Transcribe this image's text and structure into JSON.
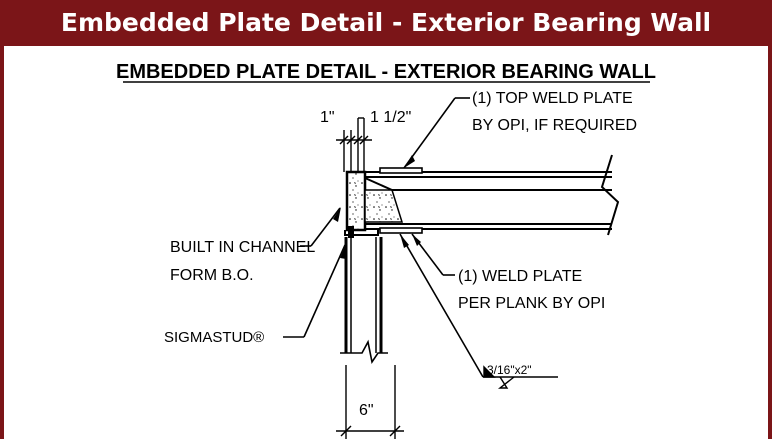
{
  "header": {
    "title": "Embedded Plate Detail - Exterior Bearing Wall"
  },
  "drawing": {
    "title": "EMBEDDED PLATE DETAIL - EXTERIOR BEARING WALL",
    "dims": {
      "a": "1\"",
      "b": "1 1/2\"",
      "width": "6\""
    },
    "callouts": {
      "top_plate_1": "(1) TOP WELD PLATE",
      "top_plate_2": "BY OPI, IF REQUIRED",
      "channel_1": "BUILT IN CHANNEL",
      "channel_2": "FORM B.O.",
      "weld_plate_1": "(1) WELD PLATE",
      "weld_plate_2": "PER PLANK BY OPI",
      "stud": "SIGMASTUD®",
      "weld": "3/16\"x2\""
    }
  },
  "colors": {
    "header_bg": "#7b1518",
    "header_text": "#ffffff",
    "line": "#000000"
  }
}
